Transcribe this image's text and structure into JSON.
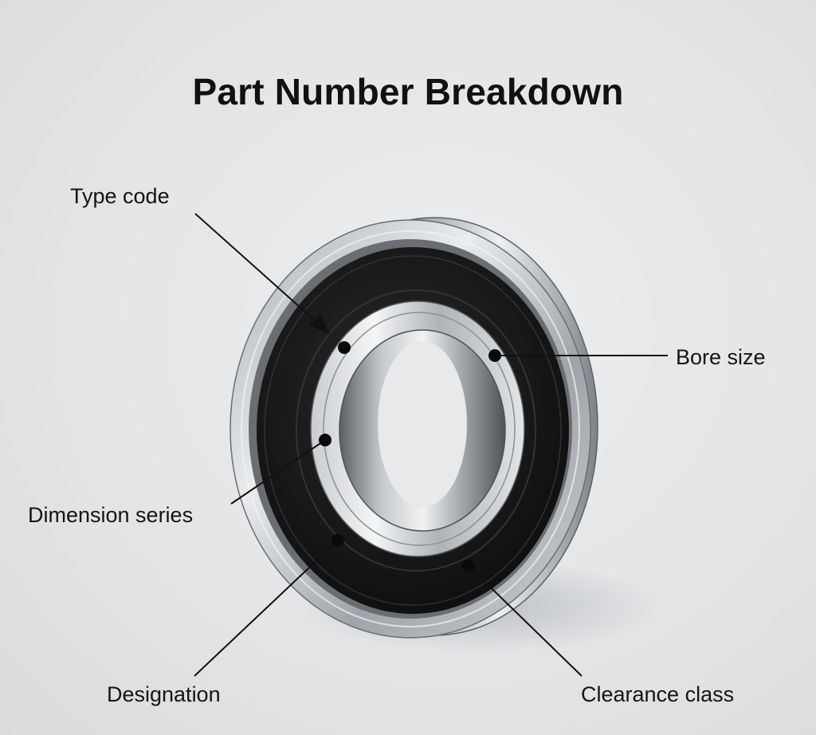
{
  "title": "Part Number Breakdown",
  "labels": {
    "type_code": "Type code",
    "bore_size": "Bore size",
    "dimension_series": "Dimension series",
    "designation": "Designation",
    "clearance_class": "Clearance class"
  },
  "colors": {
    "background": "#e2e4e6",
    "seal": "#141414",
    "steel": "#b8bcc1",
    "leader": "#111111"
  }
}
